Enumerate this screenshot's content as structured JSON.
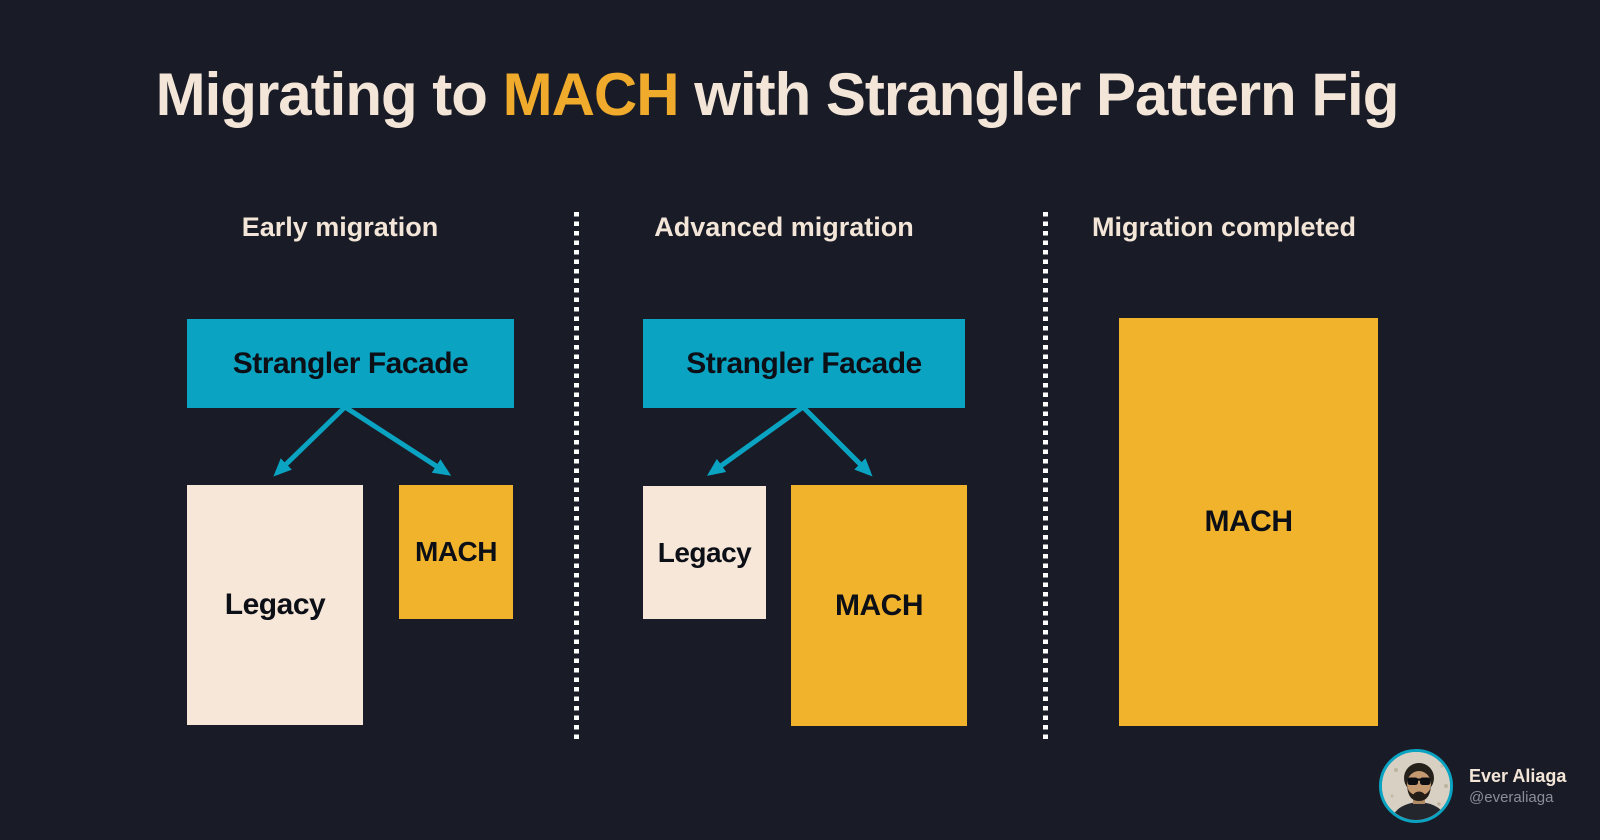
{
  "colors": {
    "background": "#191C26",
    "cream_text": "#F3E6D8",
    "cream_box": "#F6E7D9",
    "teal": "#0AA3C2",
    "yellow_box": "#F2B32C",
    "title_highlight": "#F0AB2C",
    "label_black": "#0C0F16",
    "handle_gray": "#8B8E98",
    "divider_white": "#FFFFFF"
  },
  "title": {
    "prefix": "Migrating to ",
    "highlight": "MACH",
    "suffix": " with Strangler Pattern Fig"
  },
  "panels": [
    {
      "header": "Early migration",
      "facade_label": "Strangler Facade",
      "legacy_label": "Legacy",
      "mach_label": "MACH"
    },
    {
      "header": "Advanced migration",
      "facade_label": "Strangler Facade",
      "legacy_label": "Legacy",
      "mach_label": "MACH"
    },
    {
      "header": "Migration completed",
      "mach_label": "MACH"
    }
  ],
  "footer": {
    "author_name": "Ever Aliaga",
    "author_handle": "@everaliaga",
    "avatar_icon": "person-avatar-icon"
  }
}
